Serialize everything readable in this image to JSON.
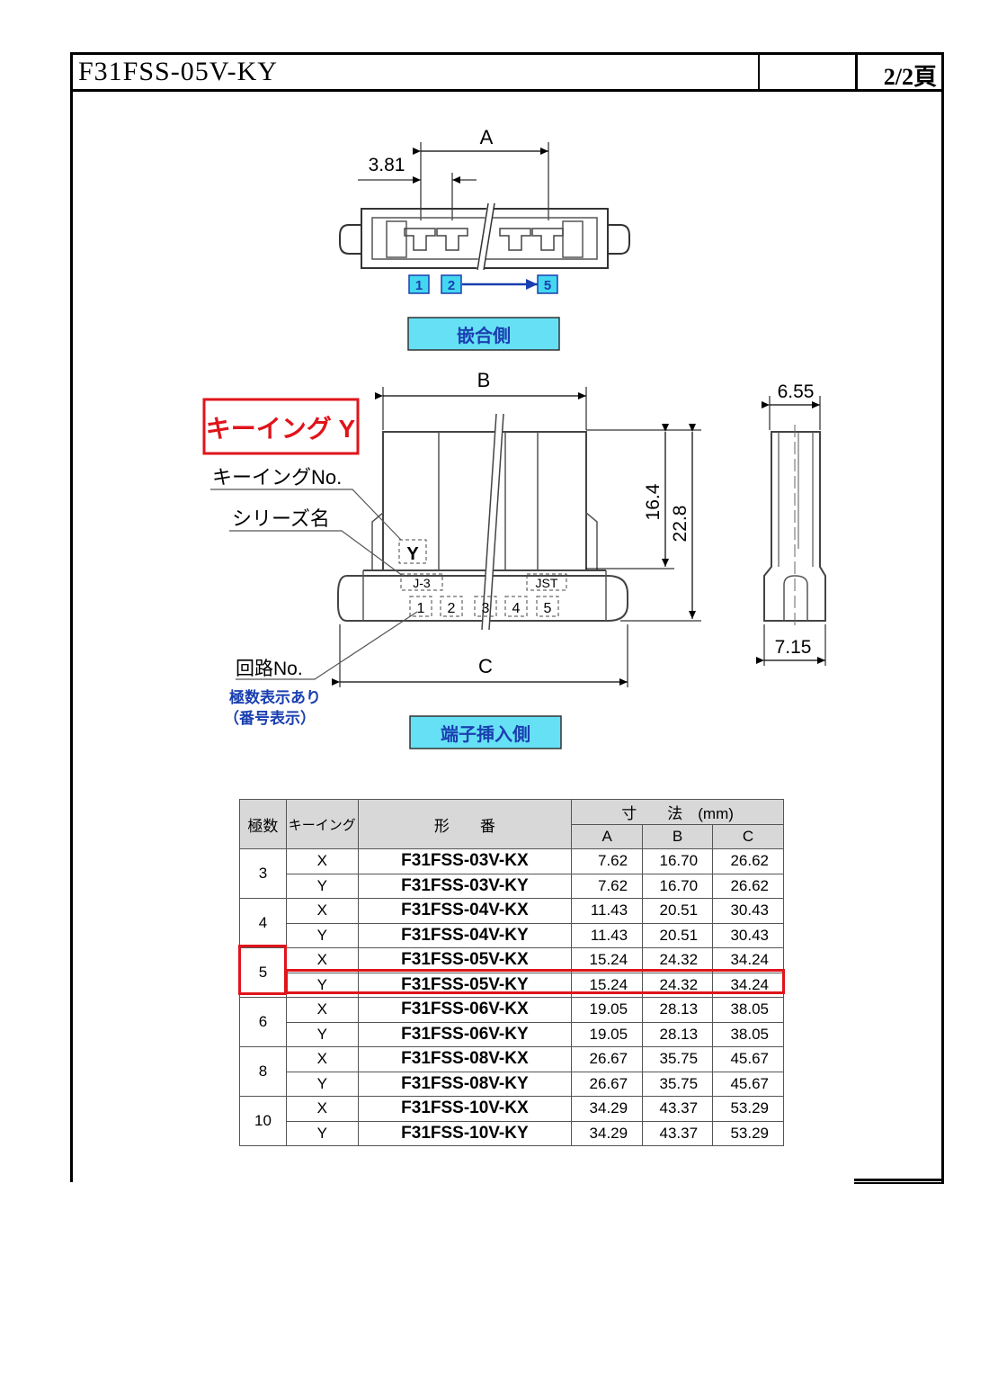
{
  "header": {
    "title": "F31FSS-05V-KY",
    "page": "2/2頁"
  },
  "top_view": {
    "dim_a": "A",
    "pitch": "3.81",
    "pin_first": "1",
    "pin_second": "2",
    "pin_last": "5",
    "caption": "嵌合側"
  },
  "front_view": {
    "dim_b": "B",
    "dim_c": "C",
    "height_inner": "16.4",
    "height_total": "22.8",
    "keying_title": "キーイング Y",
    "keying_no_label": "キーイングNo.",
    "series_label": "シリーズ名",
    "circuit_label": "回路No.",
    "circuit_note_1": "極数表示あり",
    "circuit_note_2": "（番号表示）",
    "key_mark": "Y",
    "series_mark": "J-3",
    "maker_mark": "JST",
    "circuit_numbers": [
      "1",
      "2",
      "3",
      "4",
      "5"
    ],
    "caption": "端子挿入側"
  },
  "side_view": {
    "width_top": "6.55",
    "width_bottom": "7.15"
  },
  "table": {
    "headers": {
      "poles": "極数",
      "keying": "キーイング",
      "model": "形　　番",
      "dims": "寸　　法　(mm)",
      "a": "A",
      "b": "B",
      "c": "C"
    },
    "groups": [
      {
        "poles": "3",
        "rows": [
          {
            "key": "X",
            "model": "F31FSS-03V-KX",
            "a": "7.62",
            "b": "16.70",
            "c": "26.62"
          },
          {
            "key": "Y",
            "model": "F31FSS-03V-KY",
            "a": "7.62",
            "b": "16.70",
            "c": "26.62"
          }
        ]
      },
      {
        "poles": "4",
        "rows": [
          {
            "key": "X",
            "model": "F31FSS-04V-KX",
            "a": "11.43",
            "b": "20.51",
            "c": "30.43"
          },
          {
            "key": "Y",
            "model": "F31FSS-04V-KY",
            "a": "11.43",
            "b": "20.51",
            "c": "30.43"
          }
        ]
      },
      {
        "poles": "5",
        "rows": [
          {
            "key": "X",
            "model": "F31FSS-05V-KX",
            "a": "15.24",
            "b": "24.32",
            "c": "34.24"
          },
          {
            "key": "Y",
            "model": "F31FSS-05V-KY",
            "a": "15.24",
            "b": "24.32",
            "c": "34.24"
          }
        ]
      },
      {
        "poles": "6",
        "rows": [
          {
            "key": "X",
            "model": "F31FSS-06V-KX",
            "a": "19.05",
            "b": "28.13",
            "c": "38.05"
          },
          {
            "key": "Y",
            "model": "F31FSS-06V-KY",
            "a": "19.05",
            "b": "28.13",
            "c": "38.05"
          }
        ]
      },
      {
        "poles": "8",
        "rows": [
          {
            "key": "X",
            "model": "F31FSS-08V-KX",
            "a": "26.67",
            "b": "35.75",
            "c": "45.67"
          },
          {
            "key": "Y",
            "model": "F31FSS-08V-KY",
            "a": "26.67",
            "b": "35.75",
            "c": "45.67"
          }
        ]
      },
      {
        "poles": "10",
        "rows": [
          {
            "key": "X",
            "model": "F31FSS-10V-KX",
            "a": "34.29",
            "b": "43.37",
            "c": "53.29"
          },
          {
            "key": "Y",
            "model": "F31FSS-10V-KY",
            "a": "34.29",
            "b": "43.37",
            "c": "53.29"
          }
        ]
      }
    ]
  },
  "colors": {
    "highlight": "#e0141b",
    "caption_fill": "#66e0f5",
    "pin_fill": "#44d7f0",
    "arrow": "#1a3fb0"
  }
}
